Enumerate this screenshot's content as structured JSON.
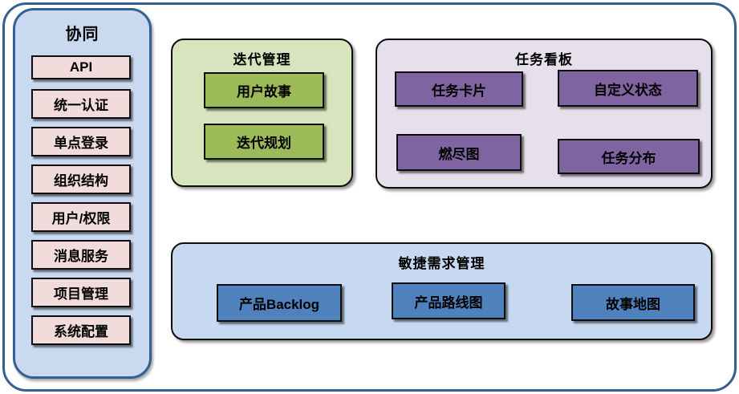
{
  "colors": {
    "outer_border": "#365f91",
    "sidebar_fill": "#c9d9f0",
    "sidebar_item_fill": "#f2dcdb",
    "iteration_group_fill": "#d7e4bd",
    "iteration_node_fill": "#9bbb59",
    "kanban_group_fill": "#e6e0ec",
    "kanban_node_fill": "#8064a2",
    "agile_group_fill": "#c6d9f1",
    "agile_node_fill": "#4f81bd",
    "node_border": "#0d0d0d"
  },
  "sidebar": {
    "title": "协同",
    "items": [
      "API",
      "统一认证",
      "单点登录",
      "组织结构",
      "用户/权限",
      "消息服务",
      "项目管理",
      "系统配置"
    ]
  },
  "groups": [
    {
      "title": "迭代管理",
      "items": [
        "用户故事",
        "迭代规划"
      ]
    },
    {
      "title": "任务看板",
      "items": [
        "任务卡片",
        "自定义状态",
        "燃尽图",
        "任务分布"
      ]
    },
    {
      "title": "敏捷需求管理",
      "items": [
        "产品Backlog",
        "产品路线图",
        "故事地图"
      ]
    }
  ]
}
